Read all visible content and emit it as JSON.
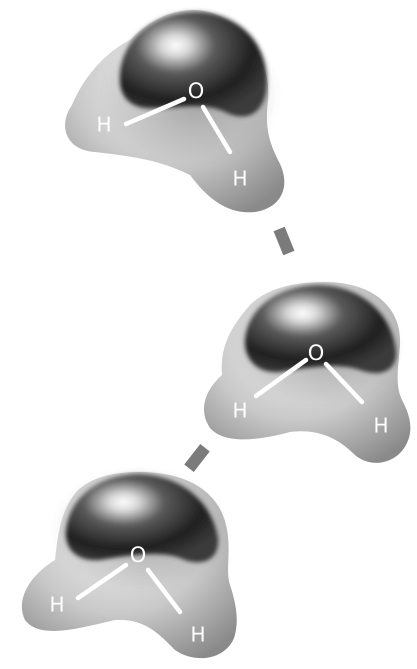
{
  "molecules": [
    {
      "oxygen_label": "O",
      "hydrogen_left_label": "H",
      "hydrogen_right_label": "H"
    },
    {
      "oxygen_label": "O",
      "hydrogen_left_label": "H",
      "hydrogen_right_label": "H"
    },
    {
      "oxygen_label": "O",
      "hydrogen_left_label": "H",
      "hydrogen_right_label": "H"
    }
  ],
  "hydrogen_bond_count": 2,
  "colors": {
    "oxygen_region_dark": "#202020",
    "oxygen_highlight": "#ffffff",
    "hydrogen_region_light": "#c9c9c9",
    "hydrogen_bond": "#7b7b7b",
    "bond_line": "#ffffff"
  }
}
